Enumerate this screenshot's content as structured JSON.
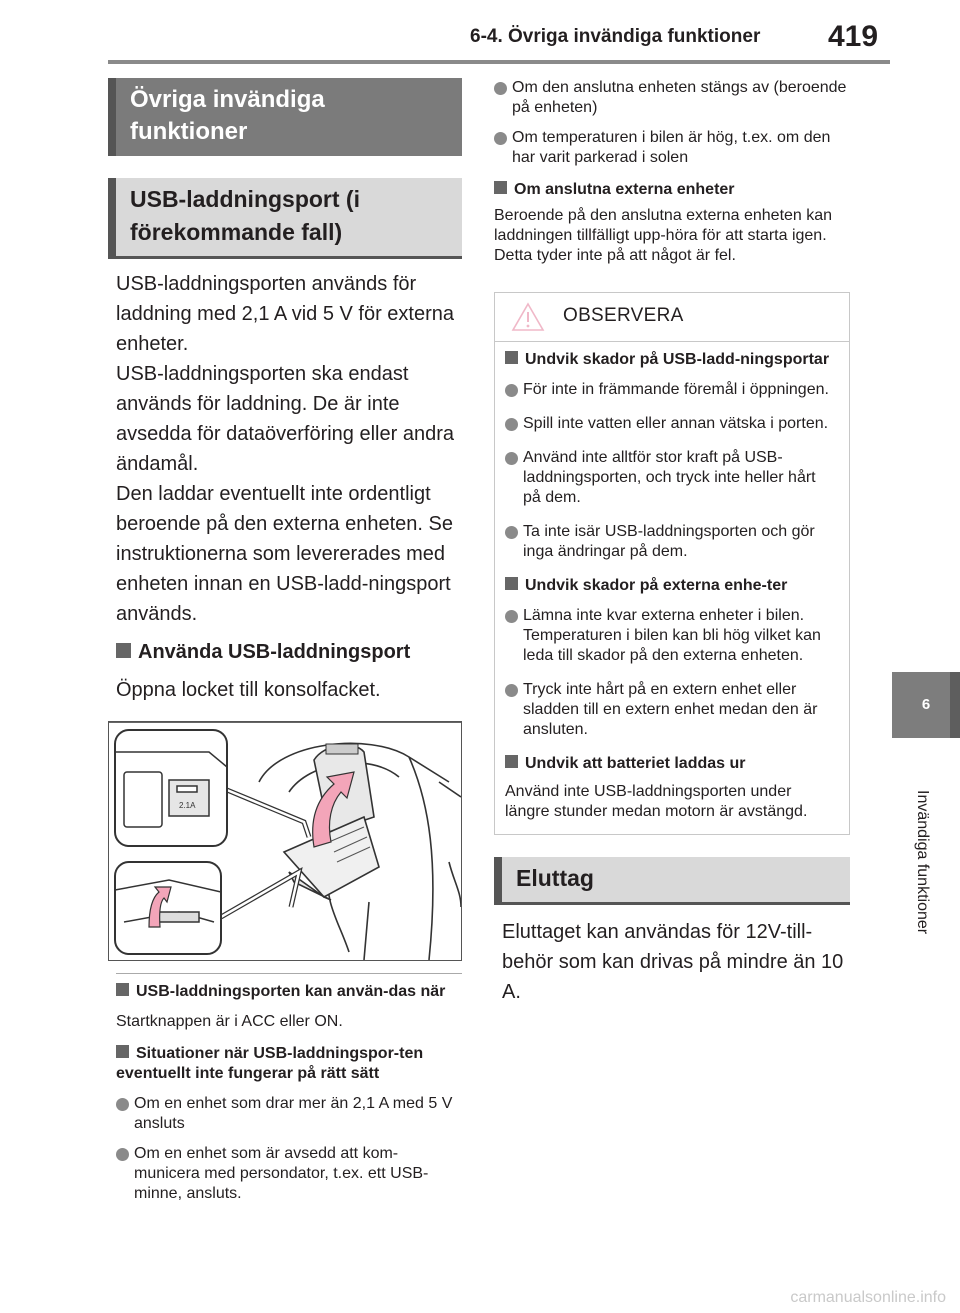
{
  "header": {
    "section": "6-4. Övriga invändiga funktioner",
    "page_number": "419"
  },
  "side_tab": {
    "number": "6",
    "label": "Invändiga funktioner"
  },
  "left": {
    "main_heading": "Övriga invändiga funktioner",
    "sub_heading": "USB-laddningsport (i förekommande fall)",
    "intro": [
      "USB-laddningsporten används för laddning med 2,1 A vid 5 V för externa enheter.",
      "USB-laddningsporten ska endast används för laddning. De är inte avsedda för dataöverföring eller andra ändamål.",
      "Den laddar eventuellt inte ordentligt beroende på den externa enheten. Se instruktionerna som levererades med enheten innan en USB-ladd-ningsport används."
    ],
    "use_heading": "Använda USB-laddningsport",
    "use_text": "Öppna locket till konsolfacket.",
    "figure_label": "2.1A",
    "note1_heading": "USB-laddningsporten kan använ-das när",
    "note1_text": "Startknappen är i ACC eller ON.",
    "note2_heading": "Situationer när USB-laddningspor-ten eventuellt inte fungerar på rätt sätt",
    "note2_bullets": [
      "Om en enhet som drar mer än 2,1 A med 5 V ansluts",
      "Om en enhet som är avsedd att kom-municera med persondator, t.ex. ett USB-minne, ansluts."
    ]
  },
  "right": {
    "top_bullets": [
      "Om den anslutna enheten stängs av (beroende på enheten)",
      "Om temperaturen i bilen är hög, t.ex. om den har varit parkerad i solen"
    ],
    "note3_heading": "Om anslutna externa enheter",
    "note3_text": "Beroende på den anslutna externa enheten kan laddningen tillfälligt upp-höra för att starta igen. Detta tyder inte på att något är fel.",
    "caution": {
      "title": "OBSERVERA",
      "h1": "Undvik skador på USB-ladd-ningsportar",
      "b1": [
        "För inte in främmande föremål i öppningen.",
        "Spill inte vatten eller annan vätska i porten.",
        "Använd inte alltför stor kraft på USB-laddningsporten, och tryck inte heller hårt på dem.",
        "Ta inte isär USB-laddningsporten och gör inga ändringar på dem."
      ],
      "h2": "Undvik skador på externa enhe-ter",
      "b2": [
        "Lämna inte kvar externa enheter i bilen. Temperaturen i bilen kan bli hög vilket kan leda till skador på den externa enheten.",
        "Tryck inte hårt på en extern enhet eller sladden till en extern enhet medan den är ansluten."
      ],
      "h3": "Undvik att batteriet laddas ur",
      "t3": "Använd inte USB-laddningsporten under längre stunder medan motorn är avstängd."
    },
    "eluttag_heading": "Eluttag",
    "eluttag_text": "Eluttaget kan användas för 12V-till-behör som kan drivas på mindre än 10 A."
  },
  "footer": {
    "watermark": "carmanualsonline.info"
  }
}
